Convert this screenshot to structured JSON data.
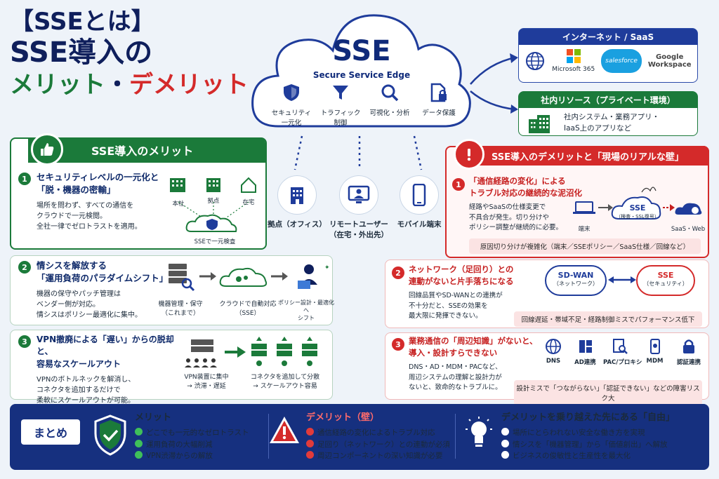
{
  "title": {
    "line1": "【SSEとは】",
    "line2": "SSE導入の",
    "line3_merit": "メリット",
    "line3_dot": "・",
    "line3_demerit": "デメリット"
  },
  "cloud": {
    "title": "SSE",
    "subtitle": "Secure Service Edge",
    "features": [
      {
        "label": "セキュリティ\n一元化",
        "icon": "shield-icon"
      },
      {
        "label": "トラフィック\n制御",
        "icon": "funnel-icon"
      },
      {
        "label": "可視化・分析",
        "icon": "magnifier-icon"
      },
      {
        "label": "データ保護",
        "icon": "document-lock-icon"
      }
    ]
  },
  "endpoints": [
    {
      "label": "拠点（オフィス）",
      "icon": "building-icon"
    },
    {
      "label": "リモートユーザー\n（在宅・外出先）",
      "icon": "monitor-user-icon"
    },
    {
      "label": "モバイル端末",
      "icon": "smartphone-icon"
    }
  ],
  "internet_box": {
    "header": "インターネット / SaaS",
    "logos": [
      "Microsoft 365",
      "salesforce",
      "Google\nWorkspace"
    ]
  },
  "internal_box": {
    "header": "社内リソース（プライベート環境）",
    "text": "社内システム・業務アプリ・\nIaaS上のアプリなど"
  },
  "merits": {
    "header": "SSE導入のメリット",
    "items": [
      {
        "num": "1",
        "heading": "セキュリティレベルの一元化と\n「脱・機器の密輸」",
        "body": "場所を問わず、すべての通信を\nクラウドで一元検閲。\n全社一律でゼロトラストを適用。",
        "diagram": {
          "labels": [
            "本社",
            "拠点",
            "在宅"
          ],
          "caption": "SSEで一元検査"
        }
      },
      {
        "num": "2",
        "heading": "情シスを解放する\n「運用負荷のパラダイムシフト」",
        "body": "機器の保守やパッチ管理は\nベンダー側が対応。\n情シスはポリシー最適化に集中。",
        "diagram": {
          "left": "機器管理・保守\n（これまで）",
          "middle": "クラウドで自動対応\n（SSE）",
          "right": "ポリシー設計・最適化へ\nシフト"
        }
      },
      {
        "num": "3",
        "heading": "VPN撤廃による「遅い」からの脱却と、\n容易なスケールアウト",
        "body": "VPNのボトルネックを解消し、\nコネクタを追加するだけで\n柔軟にスケールアウトが可能。",
        "diagram": {
          "left": "VPN装置に集中\n→ 渋滞・遅延",
          "right": "コネクタを追加して分散\n→ スケールアウト容易"
        }
      }
    ]
  },
  "demerits": {
    "header": "SSE導入のデメリットと「現場のリアルな壁」",
    "items": [
      {
        "num": "1",
        "heading": "「通信経路の変化」による\nトラブル対応の継続的な泥沼化",
        "body": "経路やSaaSの仕様変更で\n不具合が発生。切り分けや\nポリシー調整が継続的に必要。",
        "diagram": {
          "terminal": "端末",
          "sse": "SSE",
          "sse_sub": "（検査・SSL復号）",
          "dest": "SaaS・Web"
        },
        "note": "原因切り分けが複雑化（端末／SSEポリシー／SaaS仕様／回線など）"
      },
      {
        "num": "2",
        "heading": "ネットワーク（足回り）との\n連動がないと片手落ちになる",
        "body": "回線品質やSD-WANとの連携が\n不十分だと、SSEの効果を\n最大限に発揮できない。",
        "diagram": {
          "left": "SD-WAN",
          "left_sub": "（ネットワーク）",
          "right": "SSE",
          "right_sub": "（セキュリティ）"
        },
        "note": "回線遅延・帯域不足・経路制御ミスでパフォーマンス低下"
      },
      {
        "num": "3",
        "heading": "業務通信の「周辺知識」がないと、\n導入・設計すらできない",
        "body": "DNS・AD・MDM・PACなど、\n周辺システムの理解と設計力が\nないと、致命的なトラブルに。",
        "diagram": {
          "labels": [
            "DNS",
            "AD連携",
            "PAC/プロキシ",
            "MDM",
            "認証連携"
          ]
        },
        "note": "設計ミスで「つながらない」「認証できない」などの障害リスク大"
      }
    ]
  },
  "summary": {
    "badge": "まとめ",
    "merit": {
      "title": "メリット",
      "points": [
        "どこでも一元的なゼロトラスト",
        "運用負荷の大幅削減",
        "VPN渋滞からの解放"
      ]
    },
    "demerit": {
      "title": "デメリット（壁）",
      "points": [
        "通信経路の変化によるトラブル対応",
        "足回り（ネットワーク）との連動が必須",
        "周辺コンポーネントの深い知識が必要"
      ]
    },
    "freedom": {
      "title": "デメリットを乗り越えた先にある「自由」",
      "points": [
        "場所にとらわれない安全な働き方を実現",
        "情シスを「機器管理」から「価値創出」へ解放",
        "ビジネスの俊敏性と生産性を最大化"
      ]
    }
  },
  "colors": {
    "navy": "#16307f",
    "green": "#1b7a3a",
    "red": "#d42a2a"
  }
}
